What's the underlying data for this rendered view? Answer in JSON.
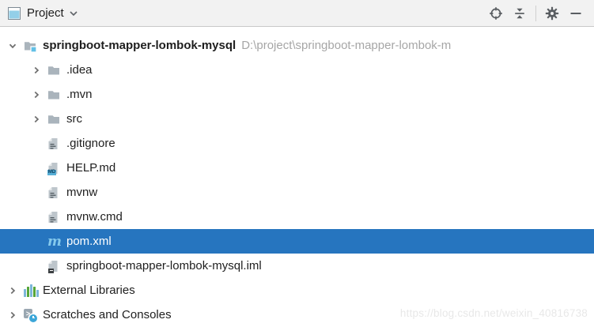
{
  "header": {
    "title": "Project",
    "icons": {
      "toolwindow": "project-panel-icon",
      "caret": "chevron-down",
      "locate": "target-crosshair",
      "collapse_all": "collapse-all",
      "settings": "gear",
      "hide": "minus"
    }
  },
  "tree": {
    "rows": [
      {
        "label": "springboot-mapper-lombok-mysql",
        "path": "D:\\project\\springboot-mapper-lombok-m",
        "type": "project-root",
        "expanded": true
      },
      {
        "label": ".idea",
        "type": "folder"
      },
      {
        "label": ".mvn",
        "type": "folder"
      },
      {
        "label": "src",
        "type": "folder"
      },
      {
        "label": ".gitignore",
        "type": "text-file"
      },
      {
        "label": "HELP.md",
        "type": "markdown-file"
      },
      {
        "label": "mvnw",
        "type": "text-file"
      },
      {
        "label": "mvnw.cmd",
        "type": "text-file"
      },
      {
        "label": "pom.xml",
        "type": "maven-file",
        "selected": true
      },
      {
        "label": "springboot-mapper-lombok-mysql.iml",
        "type": "iml-file"
      },
      {
        "label": "External Libraries",
        "type": "libraries-node"
      },
      {
        "label": "Scratches and Consoles",
        "type": "scratches-node"
      }
    ]
  },
  "glyphs": {
    "maven": "m",
    "md_badge": "MD",
    "scratch_prompt": ">"
  },
  "colors": {
    "selection": "#2675bf",
    "header_bg": "#f2f2f2",
    "folder_gray": "#aab4bc",
    "badge_blue": "#62c0e6",
    "lib_green": "#57a639",
    "lib_blue": "#7db7d9"
  },
  "watermark": "https://blog.csdn.net/weixin_40816738"
}
